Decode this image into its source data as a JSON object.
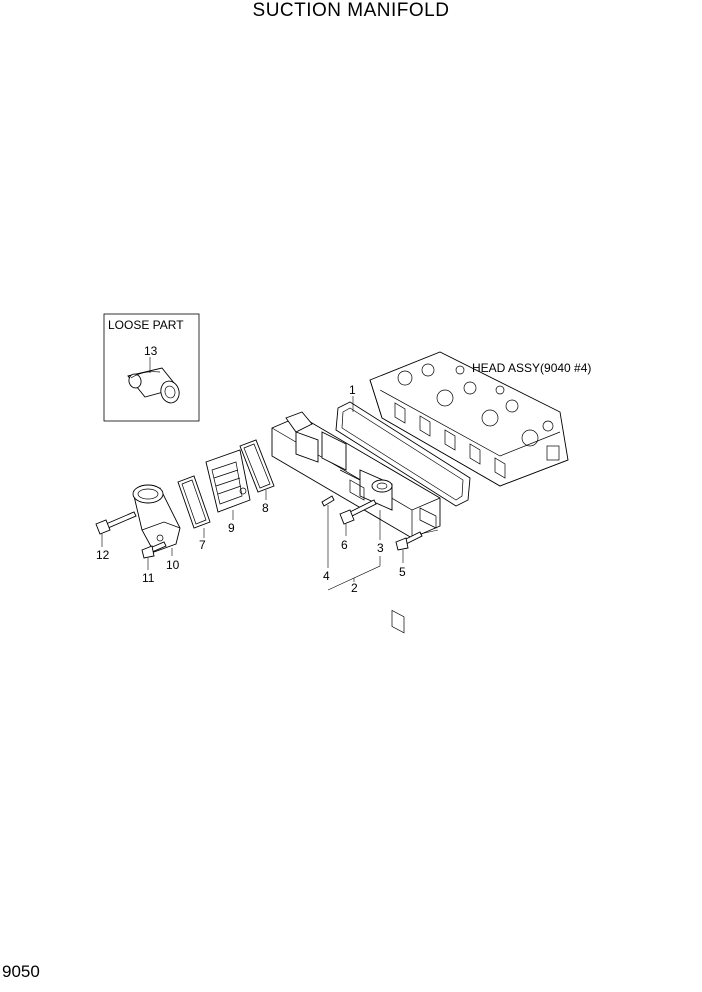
{
  "title": "SUCTION MANIFOLD",
  "page_number": "9050",
  "loose_part_box": {
    "label": "LOOSE PART"
  },
  "head_assy_label": "HEAD ASSY(9040 #4)",
  "callouts": {
    "c1": "1",
    "c2": "2",
    "c3": "3",
    "c4": "4",
    "c5": "5",
    "c6": "6",
    "c7": "7",
    "c8": "8",
    "c9": "9",
    "c10": "10",
    "c11": "11",
    "c12": "12",
    "c13": "13"
  }
}
